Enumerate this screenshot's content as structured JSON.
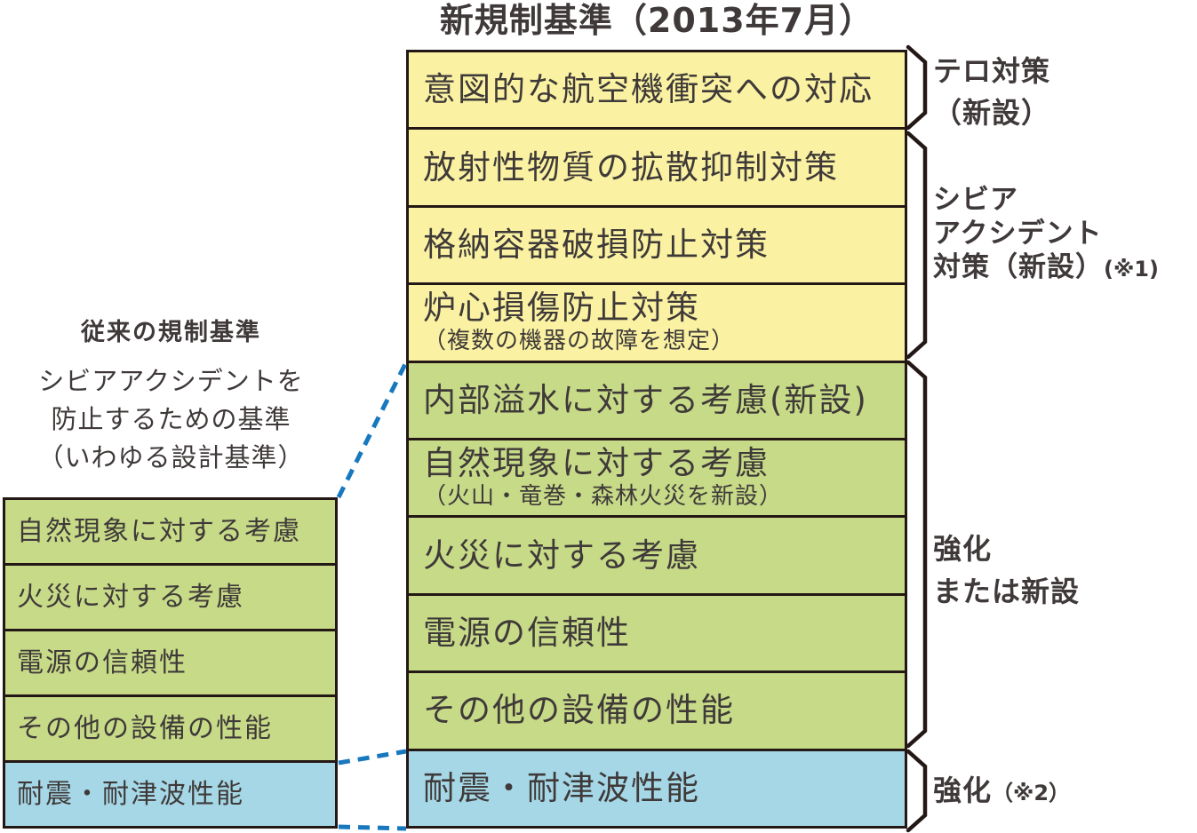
{
  "title": "新規制基準（2013年7月）",
  "old_standards": {
    "heading": "従来の規制基準",
    "description_lines": [
      "シビアアクシデントを",
      "防止するための基準",
      "（いわゆる設計基準）"
    ],
    "boxes": [
      {
        "label": "自然現象に対する考慮",
        "color": "green"
      },
      {
        "label": "火災に対する考慮",
        "color": "green"
      },
      {
        "label": "電源の信頼性",
        "color": "green"
      },
      {
        "label": "その他の設備の性能",
        "color": "green"
      },
      {
        "label": "耐震・耐津波性能",
        "color": "blue"
      }
    ]
  },
  "new_standards": {
    "boxes": [
      {
        "label": "意図的な航空機衝突への対応",
        "color": "yellow"
      },
      {
        "label": "放射性物質の拡散抑制対策",
        "color": "yellow"
      },
      {
        "label": "格納容器破損防止対策",
        "color": "yellow"
      },
      {
        "label": "炉心損傷防止対策",
        "sublabel": "（複数の機器の故障を想定）",
        "color": "yellow"
      },
      {
        "label": "内部溢水に対する考慮(新設)",
        "color": "green"
      },
      {
        "label": "自然現象に対する考慮",
        "sublabel": "（火山・竜巻・森林火災を新設）",
        "color": "green"
      },
      {
        "label": "火災に対する考慮",
        "color": "green"
      },
      {
        "label": "電源の信頼性",
        "color": "green"
      },
      {
        "label": "その他の設備の性能",
        "color": "green"
      },
      {
        "label": "耐震・耐津波性能",
        "color": "blue"
      }
    ]
  },
  "annotations": {
    "terror": {
      "line1": "テロ対策",
      "line2": "（新設）"
    },
    "severe_accident": {
      "line1": "シビア",
      "line2": "アクシデント",
      "line3": "対策（新設）",
      "note": "(※1)"
    },
    "reinforced_or_new": {
      "line1": "強化",
      "line2": "または新設"
    },
    "reinforced": {
      "label": "強化",
      "note": "（※2）"
    }
  },
  "colors": {
    "yellow": "#faf2a2",
    "green": "#c7da88",
    "blue": "#a5d7e6",
    "border": "#231815",
    "dash": "#1878be",
    "text": "#3f3a39"
  }
}
